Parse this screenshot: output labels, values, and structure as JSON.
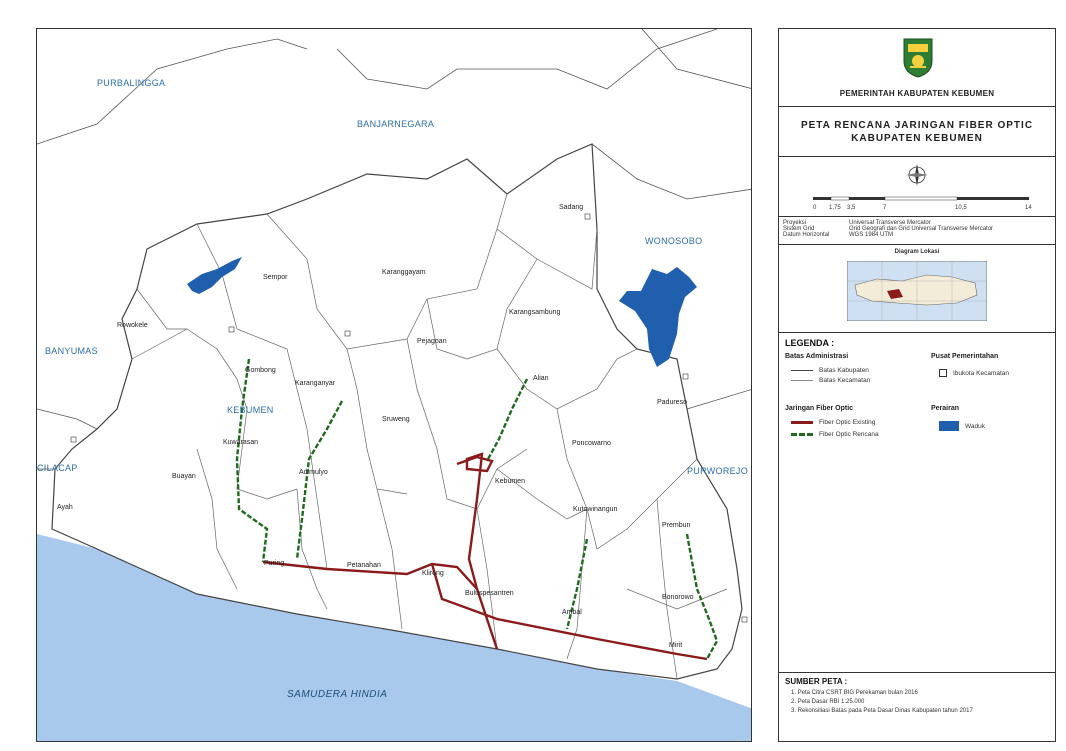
{
  "map": {
    "regions": {
      "purbalingga": "PURBALINGGA",
      "banjarnegara": "BANJARNEGARA",
      "wonosobo": "WONOSOBO",
      "banyumas": "BANYUMAS",
      "cilacap": "CILACAP",
      "purworejo": "PURWOREJO",
      "kebumen": "KEBUMEN"
    },
    "districts": {
      "sadang": "Sadang",
      "sempor": "Sempor",
      "karanggayam": "Karanggayam",
      "karangsambung": "Karangsambung",
      "rowokele": "Rowokele",
      "gombong": "Gombong",
      "karanganyar": "Karanganyar",
      "pejagoan": "Pejagoan",
      "alian": "Alian",
      "sruweng": "Sruweng",
      "padureso": "Padureso",
      "kuwarasan": "Kuwarasan",
      "adimulyo": "Adimulyo",
      "buayan": "Buayan",
      "kebumen": "Kebumen",
      "poncowarno": "Poncowarno",
      "ayah": "Ayah",
      "kutowinangun": "Kutowinangun",
      "prembun": "Prembun",
      "puring": "Puring",
      "petanahan": "Petanahan",
      "klirong": "Klirong",
      "buluspesantren": "Buluspesantren",
      "ambal": "Ambal",
      "bonorowo": "Bonorowo",
      "mirit": "Mirit"
    },
    "sea": "SAMUDERA HINDIA",
    "colors": {
      "water": "#1f5fae",
      "sea": "#a9c9ec",
      "existing": "#8b1a1a",
      "planned": "#1e6b1e",
      "boundary": "#444444",
      "region_label": "#2b6ea8"
    }
  },
  "legend": {
    "org": "PEMERINTAH KABUPATEN KEBUMEN",
    "title_line1": "PETA RENCANA JARINGAN FIBER OPTIC",
    "title_line2": "KABUPATEN KEBUMEN",
    "scale_ticks": [
      "0",
      "1,75",
      "3,5",
      "7",
      "10,5",
      "14"
    ],
    "proj": [
      {
        "k": "Proyeksi",
        "v": "Universal Transverse Mercator"
      },
      {
        "k": "Sistem Grid",
        "v": "Grid Geografi dan Grid Universal Transverse Mercator"
      },
      {
        "k": "Datum Horizontal",
        "v": "WGS 1984 UTM"
      }
    ],
    "inset_title": "Diagram Lokasi",
    "legenda": "LEGENDA :",
    "admin_head": "Batas Administrasi",
    "admin_kab": "Batas Kabupaten",
    "admin_kec": "Batas Kecamatan",
    "pusat_head": "Pusat Pemerintahan",
    "pusat_item": "Ibukota Kecamatan",
    "fo_head": "Jaringan Fiber Optic",
    "fo_existing": "Fiber Optic Existing",
    "fo_planned": "Fiber Optic Rencana",
    "perairan_head": "Perairan",
    "perairan_item": "Waduk",
    "sumber_head": "SUMBER PETA :",
    "sumber": [
      "1. Peta Citra CSRT BIG Perekaman bulan 2016",
      "2. Peta Dasar RBI 1:25.000",
      "3. Rekonsiliasi Batas pada Peta Dasar Dinas Kabupaten tahun 2017"
    ]
  }
}
